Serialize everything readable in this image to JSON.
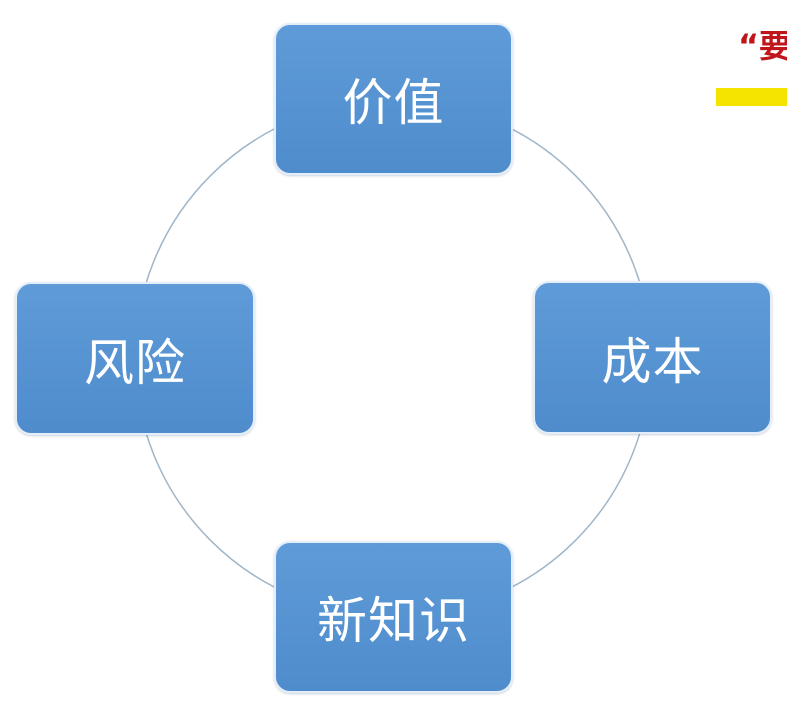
{
  "diagram": {
    "nodes": {
      "top": "价值",
      "right": "成本",
      "bottom": "新知识",
      "left": "风险"
    },
    "ring_color": "#9fb6c9",
    "node_color": "#5b97d6"
  },
  "corner_note": {
    "text": "“要",
    "text_color": "#c0161b",
    "bar_color": "#f5e400"
  }
}
